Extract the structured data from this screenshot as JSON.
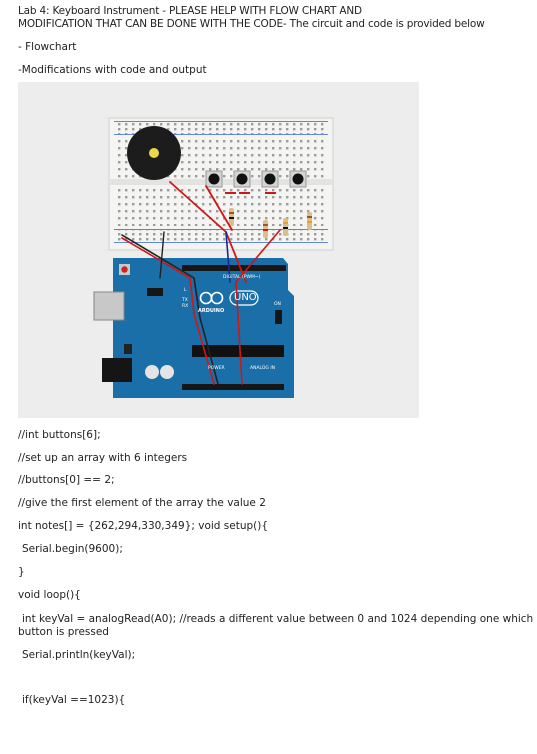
{
  "question": {
    "title_line1": "Lab 4: Keyboard Instrument - PLEASE HELP WITH FLOW CHART AND",
    "title_line2": "MODIFICATION THAT CAN BE DONE WITH THE CODE- The circuit and code is provided below",
    "req1": "- Flowchart",
    "req2": "-Modifications with code and output"
  },
  "figure": {
    "board_logo": "UNO",
    "board_name": "ARDUINO",
    "digital_label": "DIGITAL (PWM~)",
    "analog_label": "ANALOG IN",
    "power_label": "POWER",
    "tx_label": "TX",
    "rx_label": "RX",
    "l_label": "L",
    "on_label": "ON"
  },
  "code": {
    "l1": "//int buttons[6];",
    "l2": "//set up an array with 6 integers",
    "l3": "//buttons[0] == 2;",
    "l4": "//give the first element of the array the value 2",
    "l5": "int notes[] = {262,294,330,349}; void setup(){",
    "l6": "Serial.begin(9600);",
    "l7": "}",
    "l8": "void loop(){",
    "l9a": "int keyVal = analogRead(A0); //reads a different value between 0 and 1024 depending one which",
    "l9b": "button is pressed",
    "l10": "Serial.println(keyVal);",
    "l11": "if(keyVal ==1023){"
  }
}
